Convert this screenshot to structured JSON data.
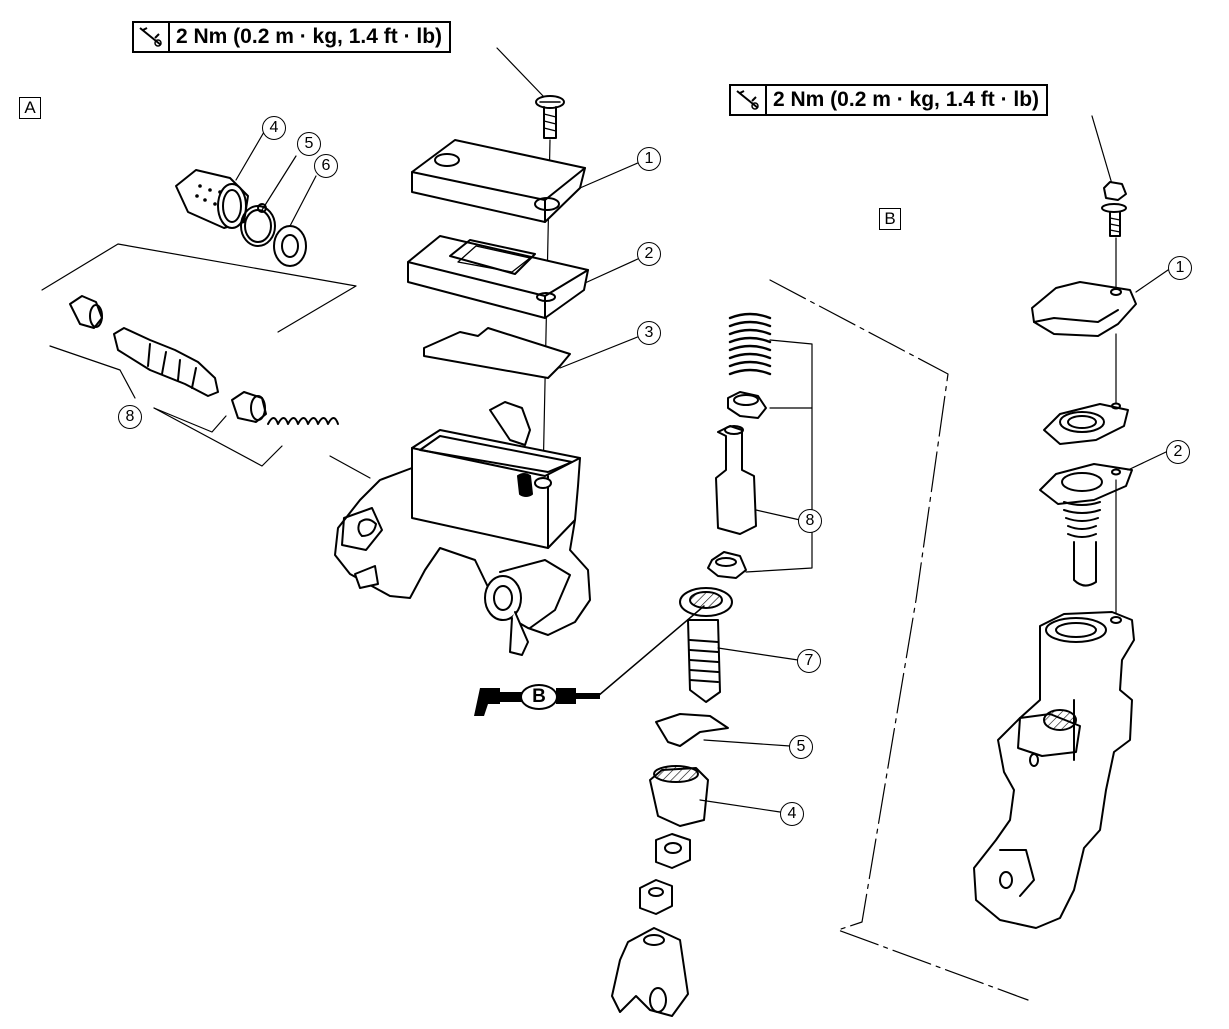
{
  "torque_specs": [
    {
      "text": "2 Nm (0.2 m · kg, 1.4 ft · lb)",
      "icon": "torque-wrench-icon"
    },
    {
      "text": "2 Nm (0.2 m · kg, 1.4 ft · lb)",
      "icon": "torque-wrench-icon"
    }
  ],
  "view_labels": {
    "a": "A",
    "b": "B"
  },
  "lubricant_mark": {
    "label": "B",
    "icon": "grease-gun-icon"
  },
  "callouts_a": [
    "1",
    "2",
    "3",
    "4",
    "5",
    "6",
    "8"
  ],
  "callouts_b_center": [
    "8",
    "7",
    "5",
    "4"
  ],
  "callouts_b_right": [
    "1",
    "2"
  ]
}
